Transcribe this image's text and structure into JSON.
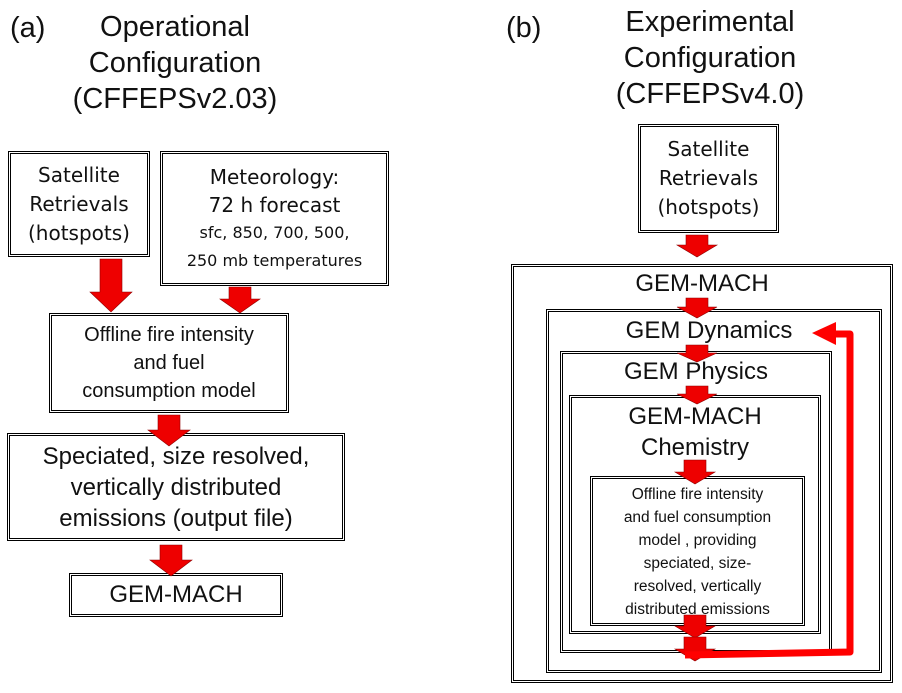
{
  "panel_a": {
    "label": "(a)",
    "title_lines": [
      "Operational",
      "Configuration",
      "(CFFEPSv2.03)"
    ],
    "satellite_box": [
      "Satellite",
      "Retrievals",
      "(hotspots)"
    ],
    "meteorology_box": [
      "Meteorology:",
      "72 h forecast",
      "sfc, 850, 700, 500,",
      "250 mb temperatures"
    ],
    "fire_model_box": [
      "Offline fire intensity",
      "and fuel",
      "consumption model"
    ],
    "emissions_box": [
      "Speciated, size resolved,",
      "vertically distributed",
      "emissions (output file)"
    ],
    "gemmach_box": "GEM-MACH"
  },
  "panel_b": {
    "label": "(b)",
    "title_lines": [
      "Experimental",
      "Configuration",
      "(CFFEPSv4.0)"
    ],
    "satellite_box": [
      "Satellite",
      "Retrievals",
      "(hotspots)"
    ],
    "gemmach_outer": "GEM-MACH",
    "gem_dynamics": "GEM Dynamics",
    "gem_physics": "GEM Physics",
    "gemmach_chemistry": [
      "GEM-MACH",
      "Chemistry"
    ],
    "fire_model_box": [
      "Offline fire intensity",
      "and fuel consumption",
      "model , providing",
      "speciated, size-",
      "resolved, vertically",
      "distributed emissions"
    ]
  },
  "colors": {
    "arrow": "#ee0000",
    "feedback": "#ff0000",
    "border": "#000000"
  }
}
